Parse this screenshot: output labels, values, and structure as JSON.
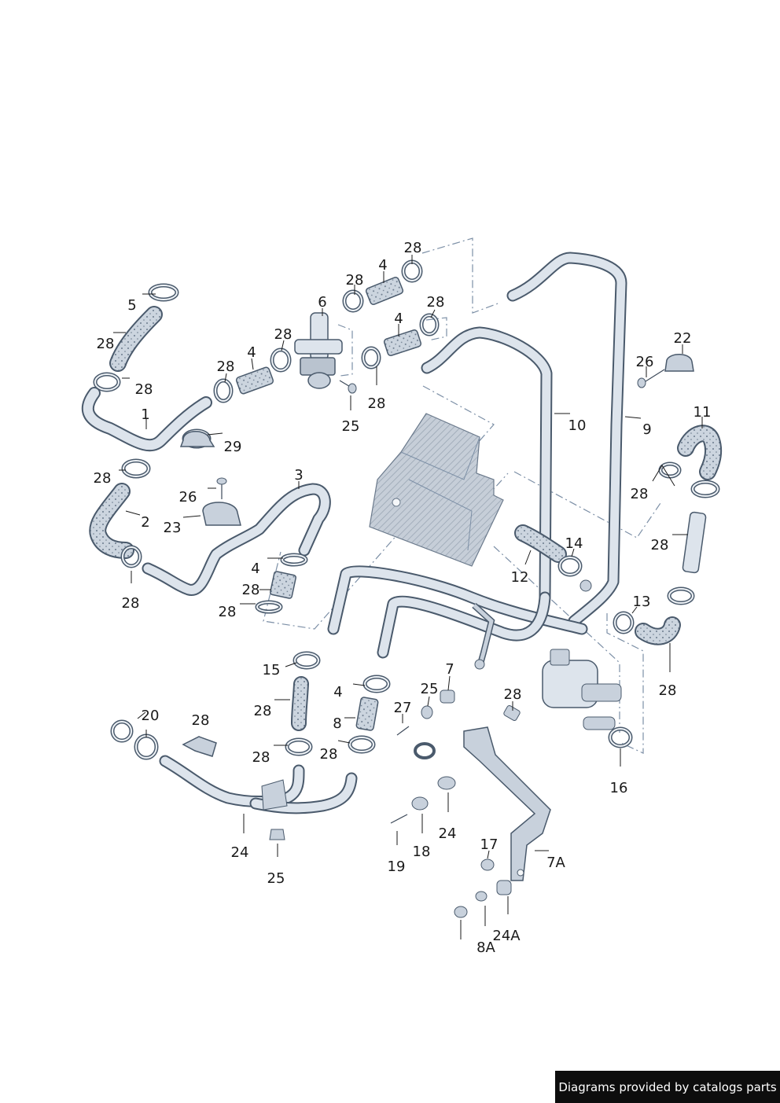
{
  "footer": {
    "text": "Diagrams provided by catalogs parts"
  },
  "colors": {
    "pipe_fill": "#dde4ec",
    "pipe_outline": "#4a5a6c",
    "hose_fill": "#ccd5df",
    "ink": "#1a1a1a",
    "dash": "#7c8fa6"
  },
  "callouts": [
    {
      "id": "c1",
      "text": "28"
    },
    {
      "id": "c2",
      "text": "4"
    },
    {
      "id": "c3",
      "text": "28"
    },
    {
      "id": "c4",
      "text": "6"
    },
    {
      "id": "c5",
      "text": "4"
    },
    {
      "id": "c6",
      "text": "28"
    },
    {
      "id": "c7",
      "text": "28"
    },
    {
      "id": "c8",
      "text": "5"
    },
    {
      "id": "c9",
      "text": "28"
    },
    {
      "id": "c10",
      "text": "28"
    },
    {
      "id": "c11",
      "text": "4"
    },
    {
      "id": "c12",
      "text": "28"
    },
    {
      "id": "c13",
      "text": "1"
    },
    {
      "id": "c14",
      "text": "25"
    },
    {
      "id": "c15",
      "text": "28"
    },
    {
      "id": "c16",
      "text": "29"
    },
    {
      "id": "c17",
      "text": "10"
    },
    {
      "id": "c18",
      "text": "9"
    },
    {
      "id": "c19",
      "text": "22"
    },
    {
      "id": "c20",
      "text": "26"
    },
    {
      "id": "c21",
      "text": "11"
    },
    {
      "id": "c22",
      "text": "28"
    },
    {
      "id": "c23",
      "text": "3"
    },
    {
      "id": "c24",
      "text": "26"
    },
    {
      "id": "c25",
      "text": "2"
    },
    {
      "id": "c26",
      "text": "23"
    },
    {
      "id": "c27",
      "text": "28"
    },
    {
      "id": "c28",
      "text": "28"
    },
    {
      "id": "c29",
      "text": "4"
    },
    {
      "id": "c30",
      "text": "28"
    },
    {
      "id": "c31",
      "text": "28"
    },
    {
      "id": "c32",
      "text": "14"
    },
    {
      "id": "c33",
      "text": "12"
    },
    {
      "id": "c34",
      "text": "28"
    },
    {
      "id": "c35",
      "text": "13"
    },
    {
      "id": "c36",
      "text": "28"
    },
    {
      "id": "c37",
      "text": "15"
    },
    {
      "id": "c38",
      "text": "28"
    },
    {
      "id": "c39",
      "text": "4"
    },
    {
      "id": "c40",
      "text": "8"
    },
    {
      "id": "c41",
      "text": "7"
    },
    {
      "id": "c42",
      "text": "25"
    },
    {
      "id": "c43",
      "text": "27"
    },
    {
      "id": "c44",
      "text": "28"
    },
    {
      "id": "c45",
      "text": "20"
    },
    {
      "id": "c46",
      "text": "28"
    },
    {
      "id": "c47",
      "text": "28"
    },
    {
      "id": "c48",
      "text": "28"
    },
    {
      "id": "c49",
      "text": "16"
    },
    {
      "id": "c50",
      "text": "24"
    },
    {
      "id": "c51",
      "text": "25"
    },
    {
      "id": "c52",
      "text": "19"
    },
    {
      "id": "c53",
      "text": "18"
    },
    {
      "id": "c54",
      "text": "24"
    },
    {
      "id": "c55",
      "text": "17"
    },
    {
      "id": "c56",
      "text": "7A"
    },
    {
      "id": "c57",
      "text": "8A"
    },
    {
      "id": "c58",
      "text": "24A"
    }
  ]
}
